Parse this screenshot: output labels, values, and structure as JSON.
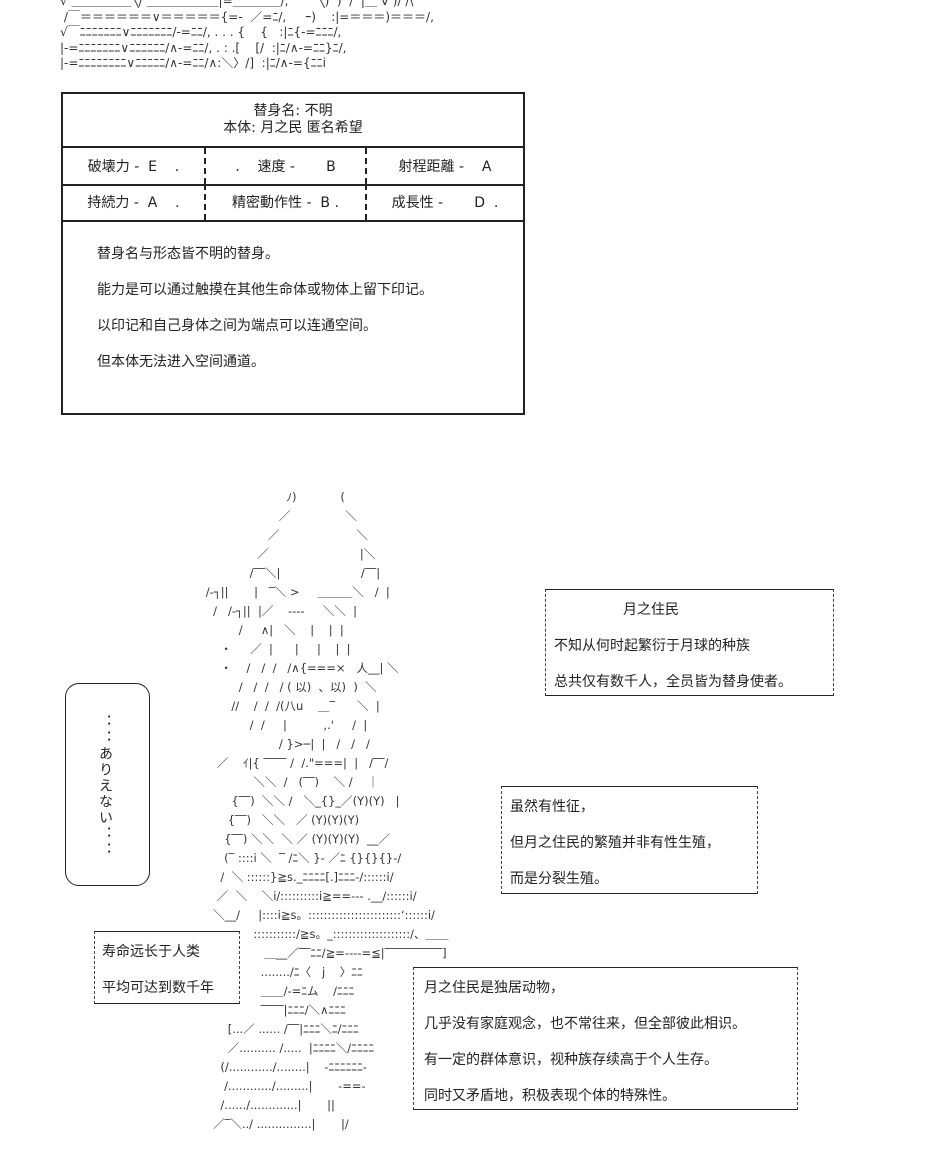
{
  "top_art": [
    "√ ＿＿＿＿＿╲/ ＿＿＿＿＿＿|=＿＿＿＿/,      `╲)  )  /  |＿ V )/ /\\",
    " /￣＝＝＝＝＝＝∨＝＝＝＝＝{=-  ／=ﾆ/,     ｰ)    :|=＝＝＝)＝＝＝/,",
    "√￣ﾆﾆﾆﾆﾆﾆﾆ∨ﾆﾆﾆﾆﾆﾆﾆ/-=ﾆﾆ/, . . . {    {   :|ﾆ{-=ﾆﾆﾆ/,",
    "|-=ﾆﾆﾆﾆﾆﾆﾆ∨ﾆﾆﾆﾆﾆﾆ/∧-=ﾆﾆ/, . : .[    [/  :|ﾆ/∧-=ﾆﾆ}ﾆ/,",
    "|-=ﾆﾆﾆﾆﾆﾆﾆﾆ∨ﾆﾆﾆﾆﾆ/∧-=ﾆﾆ/∧:＼〉/]  :|ﾆ/∧-={ﾆﾆi"
  ],
  "stand_card": {
    "name_line": "替身名: 不明",
    "user_line": "本体:  月之民  匿名希望",
    "stats": [
      [
        "破壊力 -  E    .",
        ".    速度 -       B",
        "射程距離 -    A"
      ],
      [
        "持続力 -  A    .",
        "精密動作性 -  B .",
        "成長性 -       D  ."
      ]
    ],
    "description": [
      "替身名与形态皆不明的替身。",
      "能力是可以通过触摸在其他生命体或物体上留下印记。",
      "以印记和自己身体之间为端点可以连通空间。",
      "但本体无法进入空间通道。"
    ]
  },
  "figure_art": [
    "                                        ﾉ)            (",
    "                                      ／               ＼",
    "                                   ／                     ＼",
    "                                ／                         |＼",
    "                              /‾‾＼|                      /‾‾|",
    "                  /‐┐||       |   ‾＼ >     ＿＿＿＼   /  |",
    "                    /   /‐┐||  |／    ‐‐‐‐     ＼＼  |",
    "                           /     ∧|   ＼    |    |  |",
    "                      ・     ／  |      |     |    |  |",
    "                      ・    /   /  /   /∧{===×   人__| ＼",
    "                           /   /  /   / ( 以)  、以)  )  ＼",
    "                         //    /  /  /(八u    ＿‾      ＼  |",
    "                              /  /     |          ,.'     /  |",
    "                                      / }>─|  |   /   /   /",
    "                     ／    ｲ|{ ‾‾‾‾ /  /.\"===|  |   /‾‾/",
    "                               ＼＼  /   (‾‾)    ＼ /    ｜",
    "                         {‾‾)  ＼＼ /   ＼_{}_／(Y)(Y)   |",
    "                        {‾‾)   ＼＼   ／ (Y)(Y)(Y)  ",
    "                       {‾‾) ＼＼  ＼ ／ (Y)(Y)(Y)  __／",
    "                       (‾ ::::i ＼  ‾ /ﾆ＼ }‐ ／ﾆ {}{}{}‐/",
    "                      /  ＼ ::::::}≧s._ﾆﾆﾆﾆ[.]ﾆﾆﾆ‐/::::::i/",
    "                     ／  ＼    ＼i/::::::::::i≧==‐‐‐ .__/::::::i/",
    "                    ＼__/     |::::i≧s。::::::::::::::::::::::::‘::::::i/",
    "                               :::::::::::/≧s。_::::::::::::::::::::/、＿＿",
    "                                  ＿__／‾‾ﾆﾆ/≧=‐‐‐‐=≦|‾‾‾‾‾‾‾‾‾‾]",
    "                                 ......../ﾆ〈   j    〉ﾆﾆ",
    "                                 ＿＿/‐=ﾆム    /ﾆﾆﾆ",
    "                                 ‾‾‾‾|ﾆﾆﾆ/＼∧ﾆﾆﾆ",
    "                        [...／ ...... /‾‾|ﾆﾆﾆ＼ﾆ/ﾆﾆﾆ",
    "                        ／.......... /.....  |ﾆﾆﾆﾆ＼/ﾆﾆﾆﾆ",
    "                      (/............/........|    ‐ﾆﾆﾆﾆﾆﾆ‐",
    "                       /............/.........|       ‐==‐",
    "                      /....../.............|       ||",
    "                    ／‾＼../ ...............|       |/"
  ],
  "speech_text": "：：ありえない：：",
  "boxes": {
    "moon_people": [
      "月之住民",
      "不知从何时起繁衍于月球的种族",
      "总共仅有数千人，全员皆为替身使者。"
    ],
    "gender": [
      "虽然有性征，",
      "但月之住民的繁殖并非有性生殖，",
      "而是分裂生殖。"
    ],
    "lifespan": [
      "寿命远长于人类",
      "平均可达到数千年"
    ],
    "solitary": [
      "月之住民是独居动物，",
      "几乎没有家庭观念，也不常往来，但全部彼此相识。",
      "有一定的群体意识，视种族存续高于个人生存。",
      "同时又矛盾地，积极表现个体的特殊性。"
    ]
  }
}
